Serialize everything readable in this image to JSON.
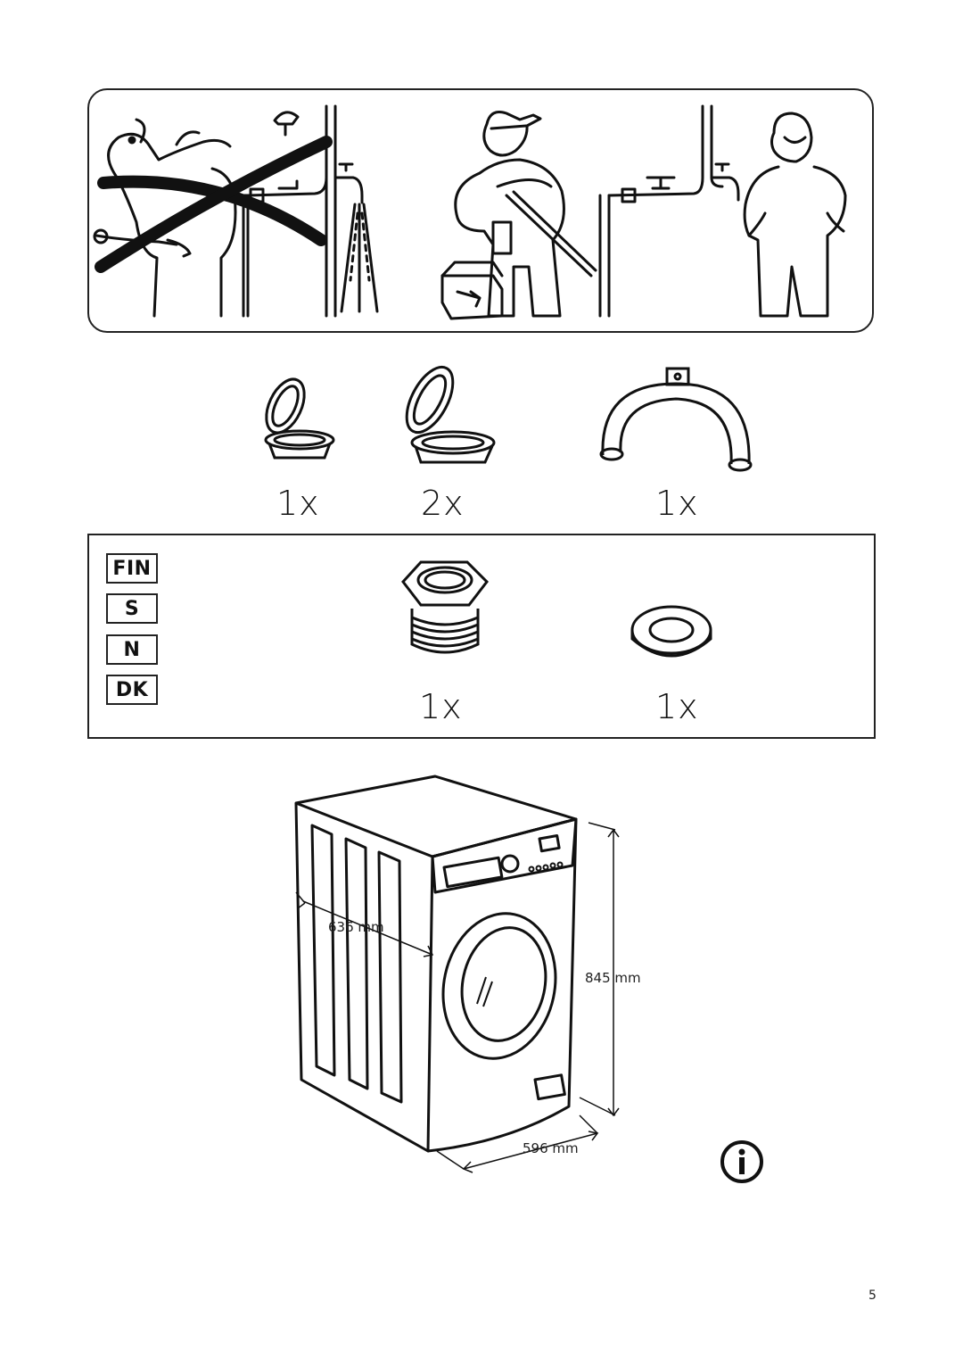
{
  "quantities": {
    "ring_small": "1x",
    "ring_double": "2x",
    "hose_guide": "1x",
    "nut": "1x",
    "washer": "1x"
  },
  "languages": [
    "FIN",
    "S",
    "N",
    "DK"
  ],
  "dimensions": {
    "depth": "636 mm",
    "height": "845 mm",
    "width": "596 mm"
  },
  "info_icon": "info-icon",
  "page_number": "5"
}
